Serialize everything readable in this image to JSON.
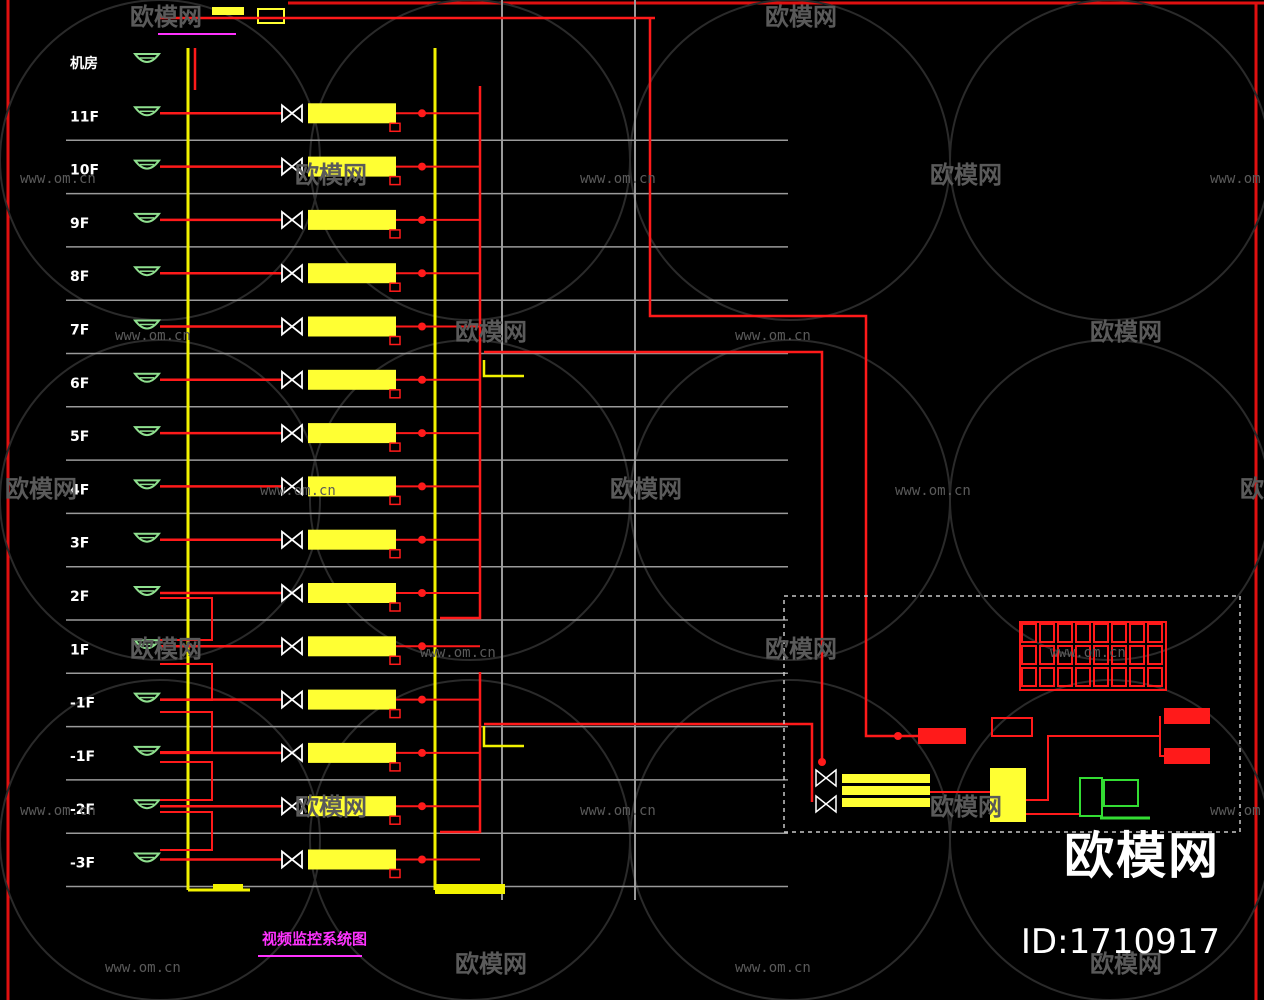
{
  "diagram": {
    "floors": [
      "机房",
      "11F",
      "10F",
      "9F",
      "8F",
      "7F",
      "6F",
      "5F",
      "4F",
      "3F",
      "2F",
      "1F",
      "-1F",
      "-1F",
      "-2F",
      "-3F"
    ],
    "caption": "视频监控系统图",
    "colors": {
      "background": "#000000",
      "signal_line": "#ff1a1a",
      "riser": "#f2f200",
      "device": "#ffff33",
      "camera": "#8fe08f",
      "floor_line": "#9a9a9a",
      "monitor": "#33dd33",
      "caption": "#ff33ff",
      "label": "#ffffff"
    }
  },
  "watermark": {
    "brand": "欧模网",
    "id": "ID:1710917",
    "site": "www.om.cn"
  }
}
